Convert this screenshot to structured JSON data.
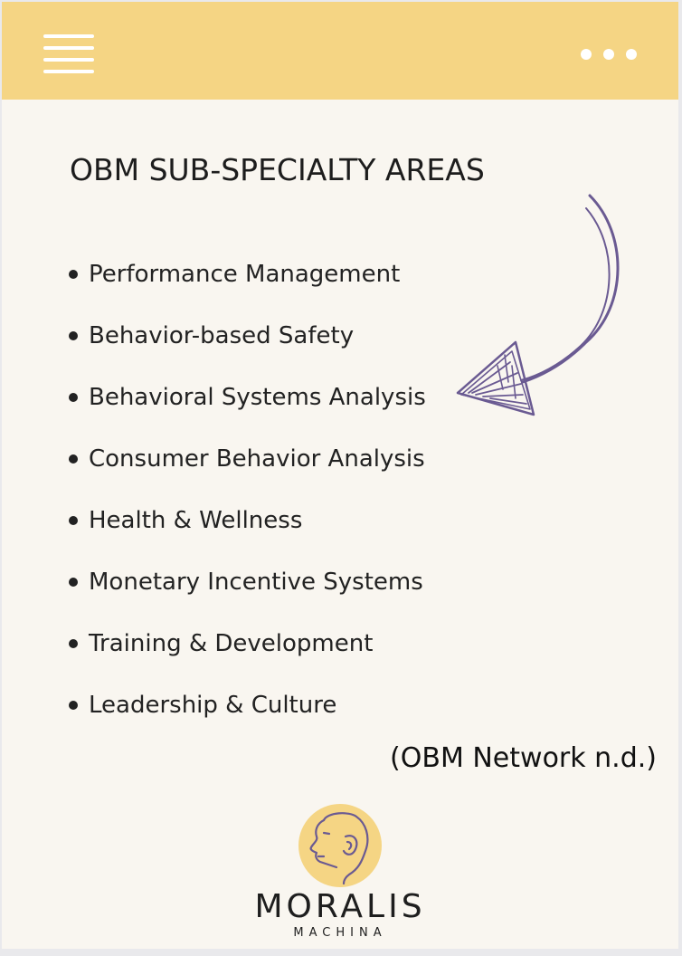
{
  "heading": "OBM SUB-SPECIALTY AREAS",
  "items": [
    "Performance Management",
    "Behavior-based Safety",
    "Behavioral Systems Analysis",
    "Consumer Behavior Analysis",
    "Health & Wellness",
    "Monetary Incentive Systems",
    "Training & Development",
    "Leadership & Culture"
  ],
  "citation": "(OBM Network n.d.)",
  "brand": {
    "name": "MORALIS",
    "sub": "MACHINA"
  },
  "icons": {
    "menu": "hamburger-menu-icon",
    "more": "more-options-icon",
    "arrow": "hand-drawn-arrow",
    "logo": "head-profile-logo"
  },
  "colors": {
    "header": "#f5d584",
    "background": "#f9f6f0",
    "arrow": "#6a5a92",
    "logo_circle": "#f5d584",
    "logo_line": "#6a5a92",
    "text": "#222222"
  }
}
